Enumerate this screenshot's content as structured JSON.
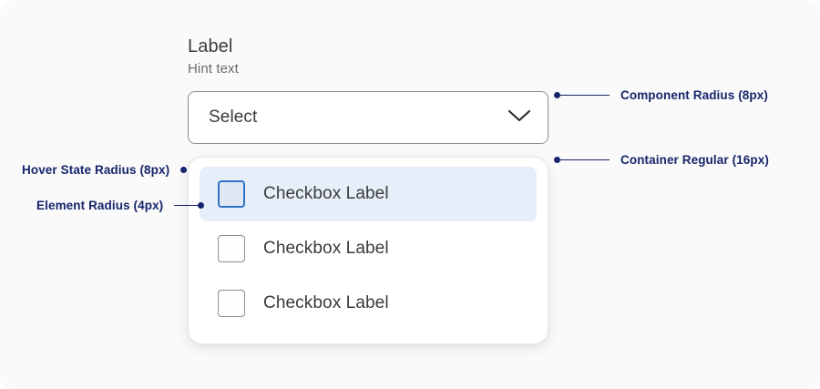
{
  "form": {
    "label": "Label",
    "hint": "Hint text",
    "select": {
      "value": "Select",
      "chevron_icon": "chevron-down-icon"
    }
  },
  "dropdown": {
    "options": [
      {
        "label": "Checkbox Label",
        "checked": false,
        "hovered": true
      },
      {
        "label": "Checkbox Label",
        "checked": false,
        "hovered": false
      },
      {
        "label": "Checkbox Label",
        "checked": false,
        "hovered": false
      }
    ]
  },
  "annotations": {
    "component_radius": "Component Radius (8px)",
    "container_regular": "Container Regular (16px)",
    "hover_state_radius": "Hover State Radius (8px)",
    "element_radius": "Element Radius (4px)"
  },
  "colors": {
    "canvas_background": "#fafafa",
    "annotation": "#16256b",
    "hover_row": "#e6eff9",
    "checkbox_active_border": "#2f72c4",
    "checkbox_active_fill": "#dfe9f5",
    "border_gray": "#8d8d8d",
    "text_primary": "#3a3a3a",
    "text_hint": "#6b6b6b"
  }
}
